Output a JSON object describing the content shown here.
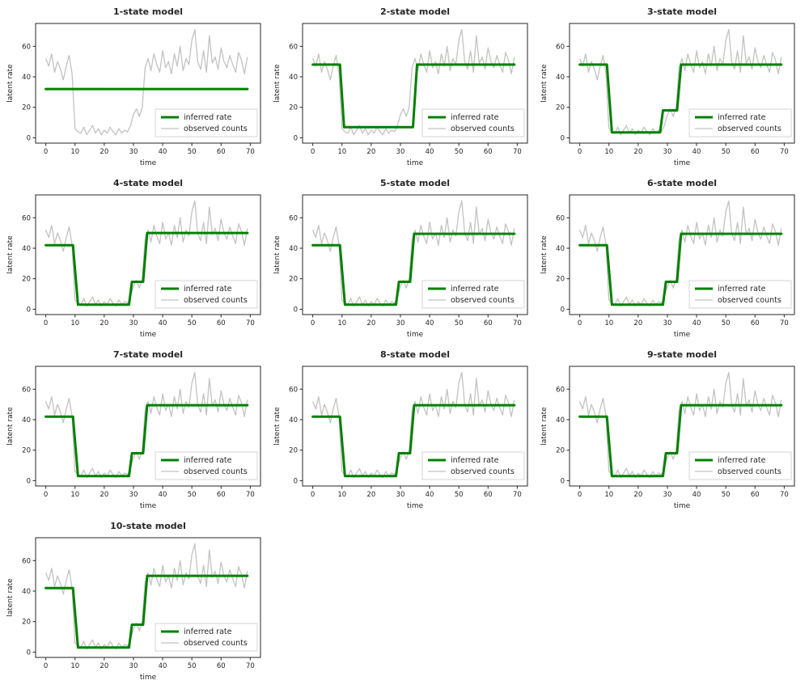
{
  "figure": {
    "xlabel": "time",
    "ylabel": "latent rate",
    "legend": {
      "inferred": "inferred rate",
      "observed": "observed counts"
    },
    "colors": {
      "inferred": "#008000",
      "observed": "#c2c2c2",
      "axes": "#262626",
      "legend_border": "#d5d5d5"
    }
  },
  "chart_data": {
    "type": "line",
    "layout": {
      "rows": 4,
      "cols": 3,
      "grid": false,
      "legend_position": "lower right inside axes"
    },
    "xlim": [
      -3.5,
      73.5
    ],
    "ylim": [
      -3.5,
      75
    ],
    "x_ticks": [
      0,
      10,
      20,
      30,
      40,
      50,
      60,
      70
    ],
    "y_ticks": [
      0,
      20,
      40,
      60
    ],
    "observed_x": [
      0,
      1,
      2,
      3,
      4,
      5,
      6,
      7,
      8,
      9,
      10,
      11,
      12,
      13,
      14,
      15,
      16,
      17,
      18,
      19,
      20,
      21,
      22,
      23,
      24,
      25,
      26,
      27,
      28,
      29,
      30,
      31,
      32,
      33,
      34,
      35,
      36,
      37,
      38,
      39,
      40,
      41,
      42,
      43,
      44,
      45,
      46,
      47,
      48,
      49,
      50,
      51,
      52,
      53,
      54,
      55,
      56,
      57,
      58,
      59,
      60,
      61,
      62,
      63,
      64,
      65,
      66,
      67,
      68,
      69
    ],
    "observed_counts": [
      52,
      47,
      55,
      43,
      50,
      45,
      38,
      47,
      54,
      42,
      6,
      4,
      3,
      7,
      2,
      5,
      8,
      3,
      6,
      2,
      5,
      3,
      7,
      4,
      2,
      6,
      3,
      5,
      4,
      8,
      15,
      19,
      14,
      20,
      46,
      52,
      44,
      55,
      48,
      43,
      57,
      46,
      50,
      42,
      55,
      47,
      60,
      44,
      52,
      48,
      64,
      71,
      50,
      45,
      57,
      43,
      67,
      49,
      53,
      45,
      59,
      50,
      46,
      54,
      48,
      43,
      56,
      51,
      42,
      53
    ],
    "subplots": [
      {
        "title": "1-state model",
        "inferred_rate": [
          [
            0,
            32
          ],
          [
            69,
            32
          ]
        ]
      },
      {
        "title": "2-state model",
        "inferred_rate": [
          [
            0,
            48
          ],
          [
            9.3,
            48
          ],
          [
            10.7,
            7
          ],
          [
            34.3,
            7
          ],
          [
            35.7,
            48
          ],
          [
            69,
            48
          ]
        ]
      },
      {
        "title": "3-state model",
        "inferred_rate": [
          [
            0,
            48
          ],
          [
            9.3,
            48
          ],
          [
            11,
            3.5
          ],
          [
            27.5,
            3.5
          ],
          [
            28.5,
            18
          ],
          [
            33.3,
            18
          ],
          [
            34.7,
            48
          ],
          [
            69,
            48
          ]
        ]
      },
      {
        "title": "4-state model",
        "inferred_rate": [
          [
            0,
            42
          ],
          [
            9.3,
            42
          ],
          [
            11,
            3
          ],
          [
            28.5,
            3
          ],
          [
            29.5,
            18
          ],
          [
            33.3,
            18
          ],
          [
            34.7,
            50
          ],
          [
            69,
            50
          ]
        ]
      },
      {
        "title": "5-state model",
        "inferred_rate": [
          [
            0,
            42
          ],
          [
            9.3,
            42
          ],
          [
            11,
            3
          ],
          [
            28.5,
            3
          ],
          [
            29.5,
            18
          ],
          [
            33.3,
            18
          ],
          [
            34.7,
            49.5
          ],
          [
            69,
            49.5
          ]
        ]
      },
      {
        "title": "6-state model",
        "inferred_rate": [
          [
            0,
            42
          ],
          [
            9.3,
            42
          ],
          [
            11,
            3
          ],
          [
            28.5,
            3
          ],
          [
            29.5,
            18
          ],
          [
            33.3,
            18
          ],
          [
            34.7,
            49.5
          ],
          [
            69,
            49.5
          ]
        ]
      },
      {
        "title": "7-state model",
        "inferred_rate": [
          [
            0,
            42
          ],
          [
            9.3,
            42
          ],
          [
            11,
            3
          ],
          [
            28.5,
            3
          ],
          [
            29.5,
            18
          ],
          [
            33.3,
            18
          ],
          [
            34.7,
            49.5
          ],
          [
            69,
            49.5
          ]
        ]
      },
      {
        "title": "8-state model",
        "inferred_rate": [
          [
            0,
            42
          ],
          [
            9.3,
            42
          ],
          [
            11,
            3
          ],
          [
            28.5,
            3
          ],
          [
            29.5,
            18
          ],
          [
            33.3,
            18
          ],
          [
            34.7,
            49.5
          ],
          [
            69,
            49.5
          ]
        ]
      },
      {
        "title": "9-state model",
        "inferred_rate": [
          [
            0,
            42
          ],
          [
            9.3,
            42
          ],
          [
            11,
            3
          ],
          [
            28.5,
            3
          ],
          [
            29.5,
            18
          ],
          [
            33.3,
            18
          ],
          [
            34.7,
            49.5
          ],
          [
            69,
            49.5
          ]
        ]
      },
      {
        "title": "10-state model",
        "inferred_rate": [
          [
            0,
            42
          ],
          [
            9.3,
            42
          ],
          [
            11,
            3
          ],
          [
            28.5,
            3
          ],
          [
            29.5,
            18
          ],
          [
            33.3,
            18
          ],
          [
            34.7,
            50
          ],
          [
            69,
            50
          ]
        ]
      }
    ]
  }
}
